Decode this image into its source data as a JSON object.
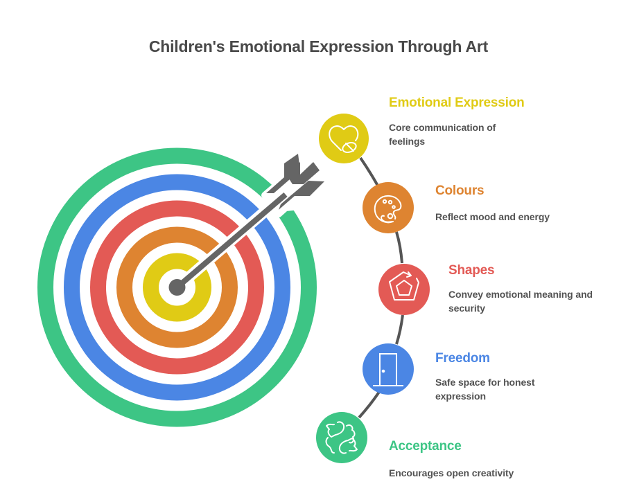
{
  "title": "Children's Emotional Expression Through Art",
  "colors": {
    "yellow": "#E0CB15",
    "orange": "#DE8431",
    "red": "#E35A55",
    "blue": "#4B86E4",
    "green": "#3DC585",
    "arrow": "#656565",
    "connector": "#555555"
  },
  "target": {
    "rings": [
      "green",
      "blue",
      "red",
      "orange",
      "yellow"
    ],
    "center_icon": "arrow-in-bullseye-icon"
  },
  "items": [
    {
      "title": "Emotional Expression",
      "description": [
        "Core communication of",
        "feelings"
      ],
      "color": "yellow",
      "icon": "heart-pill-icon"
    },
    {
      "title": "Colours",
      "description": [
        "Reflect mood and energy"
      ],
      "color": "orange",
      "icon": "palette-icon"
    },
    {
      "title": "Shapes",
      "description": [
        "Convey emotional meaning and",
        "security"
      ],
      "color": "red",
      "icon": "pentagon-cycle-icon"
    },
    {
      "title": "Freedom",
      "description": [
        "Safe space for honest",
        "expression"
      ],
      "color": "blue",
      "icon": "door-icon"
    },
    {
      "title": "Acceptance",
      "description": [
        "Encourages open creativity"
      ],
      "color": "green",
      "icon": "hands-icon"
    }
  ]
}
